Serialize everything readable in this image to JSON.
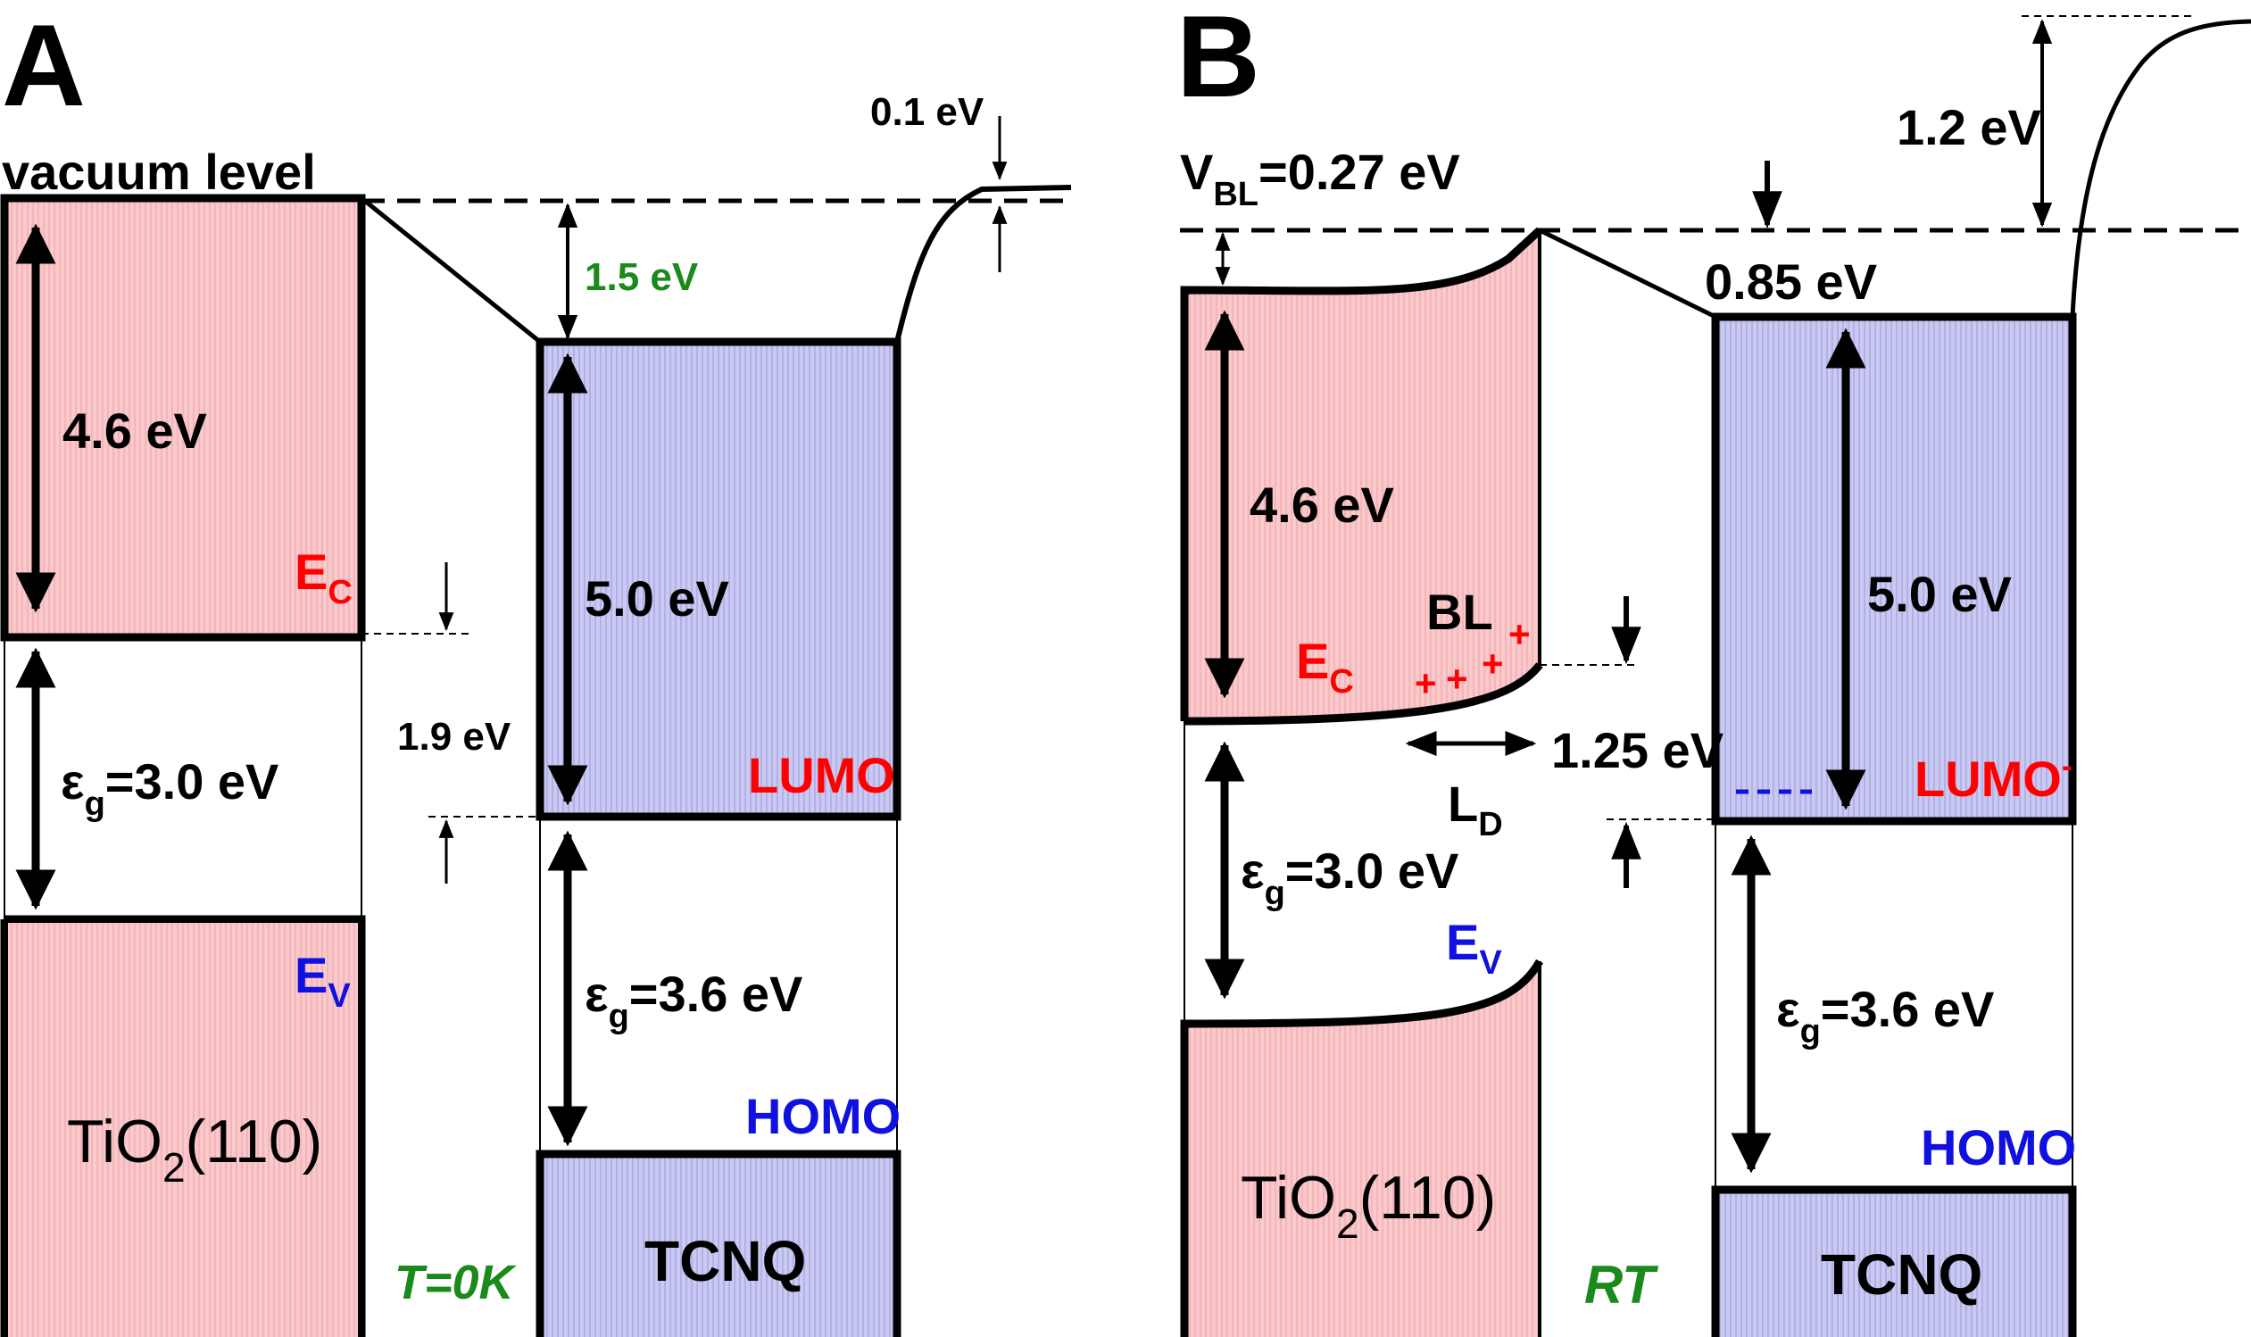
{
  "colors": {
    "tio2_fill": "#f9c9cb",
    "tcnq_fill": "#c9c9f1",
    "red_label": "#ff0000",
    "blue_label": "#1010e0",
    "green_label": "#1a8a1a"
  },
  "panel_a": {
    "letter": "A",
    "vacuum_label": "vacuum level",
    "tio2_affinity": "4.6 eV",
    "ec_main": "E",
    "ec_sub": "C",
    "ev_main": "E",
    "ev_sub": "V",
    "tio2_gap_eps": "ε",
    "tio2_gap_sub": "g",
    "tio2_gap_val": "=3.0 eV",
    "tio2_name_main": "TiO",
    "tio2_name_sub": "2",
    "tio2_name_rest": "(110)",
    "offset_value": "1.9 eV",
    "temperature": "T=0K",
    "vacuum_step": "1.5 eV",
    "tcnq_affinity": "5.0 eV",
    "lumo_label": "LUMO",
    "homo_label": "HOMO",
    "tcnq_gap_eps": "ε",
    "tcnq_gap_sub": "g",
    "tcnq_gap_val": "=3.6 eV",
    "tcnq_name": "TCNQ",
    "dipole_value": "0.1 eV"
  },
  "panel_b": {
    "letter": "B",
    "vbl_main": "V",
    "vbl_sub": "BL",
    "vbl_val": "=0.27 eV",
    "tio2_affinity": "4.6 eV",
    "bl_label": "BL",
    "plus_signs": "+",
    "ec_main": "E",
    "ec_sub": "C",
    "ev_main": "E",
    "ev_sub": "V",
    "ld_main": "L",
    "ld_sub": "D",
    "tio2_gap_eps": "ε",
    "tio2_gap_sub": "g",
    "tio2_gap_val": "=3.0 eV",
    "tio2_name_main": "TiO",
    "tio2_name_sub": "2",
    "tio2_name_rest": "(110)",
    "offset_value": "1.25 eV",
    "temperature": "RT",
    "lumo_shift": "0.85 eV",
    "tcnq_affinity": "5.0 eV",
    "lumo_label": "LUMO",
    "lumo_sup": "-",
    "homo_label": "HOMO",
    "tcnq_gap_eps": "ε",
    "tcnq_gap_sub": "g",
    "tcnq_gap_val": "=3.6 eV",
    "tcnq_name": "TCNQ",
    "dipole_value": "1.2 eV"
  }
}
